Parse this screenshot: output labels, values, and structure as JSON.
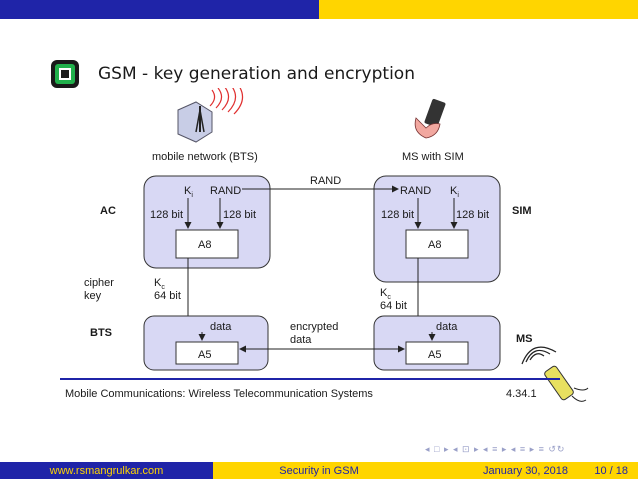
{
  "header": {
    "title": "GSM - key generation and encryption"
  },
  "diagram": {
    "network_label": "mobile network (BTS)",
    "ms_sim_label": "MS with SIM",
    "rand_top": "RAND",
    "ac_label": "AC",
    "sim_label": "SIM",
    "bts_label": "BTS",
    "ms_label": "MS",
    "ki": "K",
    "ki_sub": "i",
    "rand": "RAND",
    "bits128": "128 bit",
    "a8": "A8",
    "a5": "A5",
    "data": "data",
    "cipher": "cipher",
    "key": "key",
    "kc": "K",
    "kc_sub": "c",
    "bits64": "64 bit",
    "encrypted": "encrypted",
    "encrypted_data": "data"
  },
  "slide_footer": {
    "source": "Mobile Communications: Wireless  Telecommunication Systems",
    "page_ref": "4.34.1"
  },
  "navigation": {
    "symbols": "◂ □ ▸ ◂ ⊡ ▸ ◂ ≡ ▸ ◂ ≡ ▸  ≡  ↺↻"
  },
  "bottom_bar": {
    "website": "www.rsmangrulkar.com",
    "section": "Security in GSM",
    "date": "January 30, 2018",
    "page": "10 / 18"
  },
  "colors": {
    "blue": "#1f24a8",
    "yellow": "#ffd500",
    "box_fill": "#d8d8f4"
  }
}
